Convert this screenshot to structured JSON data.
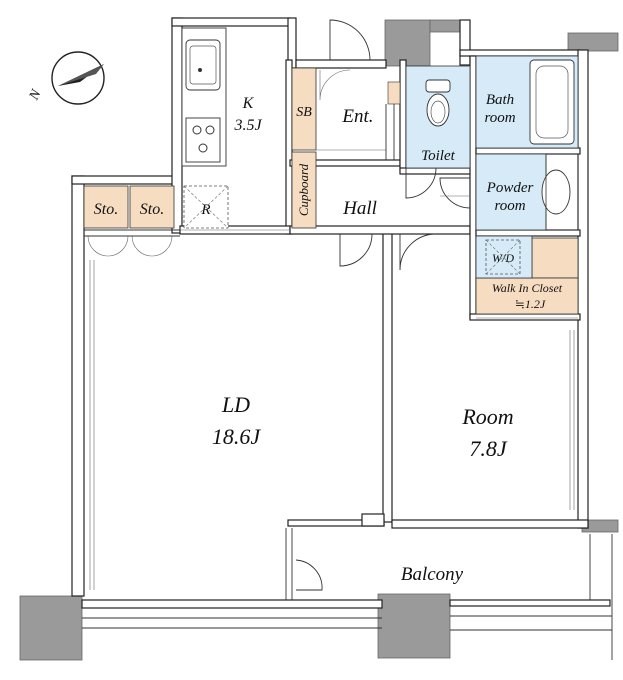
{
  "compass": {
    "north_label": "N"
  },
  "rooms": {
    "kitchen": {
      "name": "K",
      "size": "3.5J"
    },
    "shoe_box": {
      "name": "SB"
    },
    "entrance": {
      "name": "Ent."
    },
    "toilet": {
      "name": "Toilet"
    },
    "bath": {
      "name_line1": "Bath",
      "name_line2": "room"
    },
    "powder": {
      "name_line1": "Powder",
      "name_line2": "room"
    },
    "washer": {
      "name": "W/D"
    },
    "walk_in_closet": {
      "name": "Walk In Closet",
      "size": "≒1.2J"
    },
    "cupboard": {
      "name": "Cupboard"
    },
    "hall": {
      "name": "Hall"
    },
    "storage_1": {
      "name": "Sto."
    },
    "storage_2": {
      "name": "Sto."
    },
    "refrigerator": {
      "name": "R"
    },
    "living_dining": {
      "name": "LD",
      "size": "18.6J"
    },
    "room": {
      "name": "Room",
      "size": "7.8J"
    },
    "balcony": {
      "name": "Balcony"
    }
  },
  "colors": {
    "storage_fill": "#f6dcc0",
    "wet_area_fill": "#d6eaf8",
    "column_fill": "#9a9a9a",
    "wall_stroke": "#222222"
  }
}
